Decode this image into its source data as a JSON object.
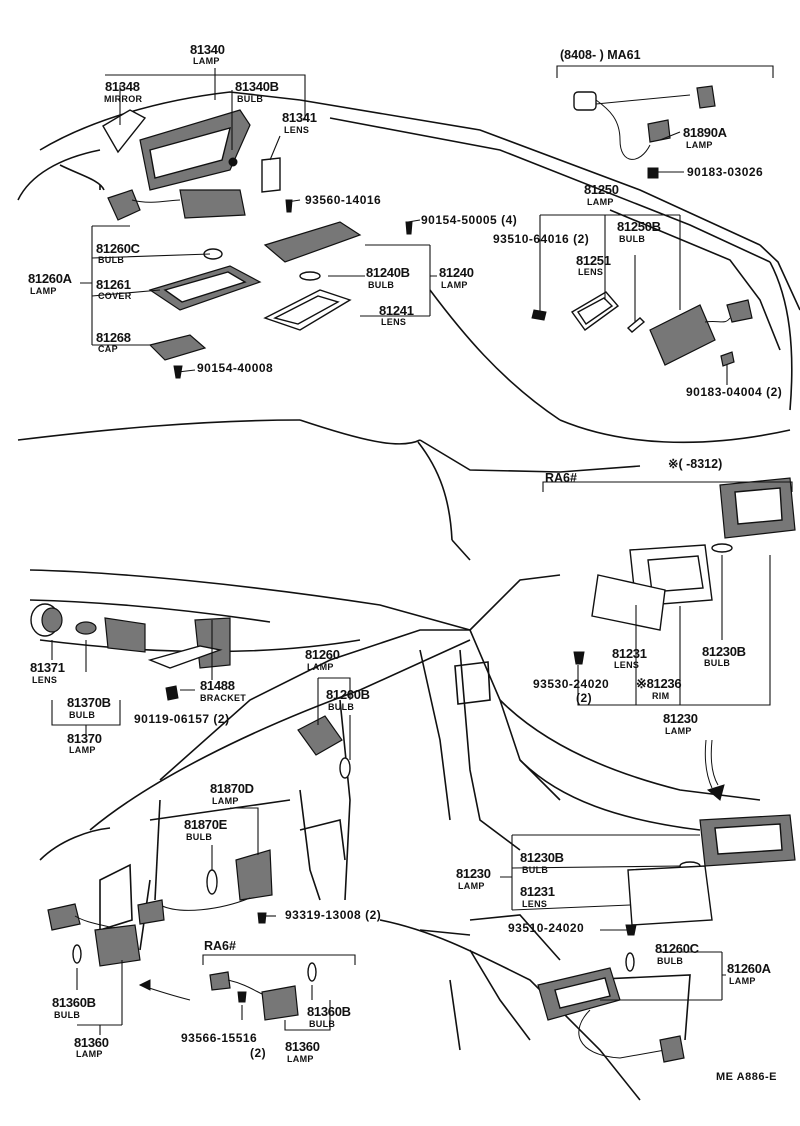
{
  "diagram_code": "ME  A886-E",
  "group_headers": {
    "ma61": "(8408-      ) MA61",
    "ra6_right": "RA6#",
    "star_8312": "※(      -8312)",
    "ra6_bottom": "RA6#"
  },
  "parts": {
    "p81340": {
      "num": "81340",
      "name": "LAMP"
    },
    "p81348": {
      "num": "81348",
      "name": "MIRROR"
    },
    "p81340b": {
      "num": "81340B",
      "name": "BULB"
    },
    "p81341": {
      "num": "81341",
      "name": "LENS"
    },
    "p93560_14016": {
      "num": "93560-14016"
    },
    "p90154_50005": {
      "num": "90154-50005 (4)"
    },
    "p81260c_top": {
      "num": "81260C",
      "name": "BULB"
    },
    "p81260a_top": {
      "num": "81260A",
      "name": "LAMP"
    },
    "p81261": {
      "num": "81261",
      "name": "COVER"
    },
    "p81268": {
      "num": "81268",
      "name": "CAP"
    },
    "p90154_40008": {
      "num": "90154-40008"
    },
    "p81240b": {
      "num": "81240B",
      "name": "BULB"
    },
    "p81240": {
      "num": "81240",
      "name": "LAMP"
    },
    "p81241": {
      "num": "81241",
      "name": "LENS"
    },
    "p81890a": {
      "num": "81890A",
      "name": "LAMP"
    },
    "p90183_03026": {
      "num": "90183-03026"
    },
    "p81250": {
      "num": "81250",
      "name": "LAMP"
    },
    "p93510_64016": {
      "num": "93510-64016 (2)"
    },
    "p81250b": {
      "num": "81250B",
      "name": "BULB"
    },
    "p81251": {
      "num": "81251",
      "name": "LENS"
    },
    "p90183_04004": {
      "num": "90183-04004 (2)"
    },
    "p81371": {
      "num": "81371",
      "name": "LENS"
    },
    "p81370b": {
      "num": "81370B",
      "name": "BULB"
    },
    "p81370": {
      "num": "81370",
      "name": "LAMP"
    },
    "p81488": {
      "num": "81488",
      "name": "BRACKET"
    },
    "p90119_06157": {
      "num": "90119-06157 (2)"
    },
    "p81260_mid": {
      "num": "81260",
      "name": "LAMP"
    },
    "p81260b_mid": {
      "num": "81260B",
      "name": "BULB"
    },
    "p81231_right": {
      "num": "81231",
      "name": "LENS"
    },
    "p81230b_right": {
      "num": "81230B",
      "name": "BULB"
    },
    "p93530_24020": {
      "num": "93530-24020",
      "qty": "(2)"
    },
    "p81236": {
      "num": "※81236",
      "name": "RIM"
    },
    "p81230_right": {
      "num": "81230",
      "name": "LAMP"
    },
    "p81870d": {
      "num": "81870D",
      "name": "LAMP"
    },
    "p81870e": {
      "num": "81870E",
      "name": "BULB"
    },
    "p93319_13008": {
      "num": "93319-13008 (2)"
    },
    "p81230_low": {
      "num": "81230",
      "name": "LAMP"
    },
    "p81230b_low": {
      "num": "81230B",
      "name": "BULB"
    },
    "p81231_low": {
      "num": "81231",
      "name": "LENS"
    },
    "p93510_24020": {
      "num": "93510-24020"
    },
    "p81260c_low": {
      "num": "81260C",
      "name": "BULB"
    },
    "p81260a_low": {
      "num": "81260A",
      "name": "LAMP"
    },
    "p81360b_left": {
      "num": "81360B",
      "name": "BULB"
    },
    "p81360_left": {
      "num": "81360",
      "name": "LAMP"
    },
    "p93566_15516": {
      "num": "93566-15516",
      "qty": "(2)"
    },
    "p81360b_right": {
      "num": "81360B",
      "name": "BULB"
    },
    "p81360_right": {
      "num": "81360",
      "name": "LAMP"
    }
  }
}
